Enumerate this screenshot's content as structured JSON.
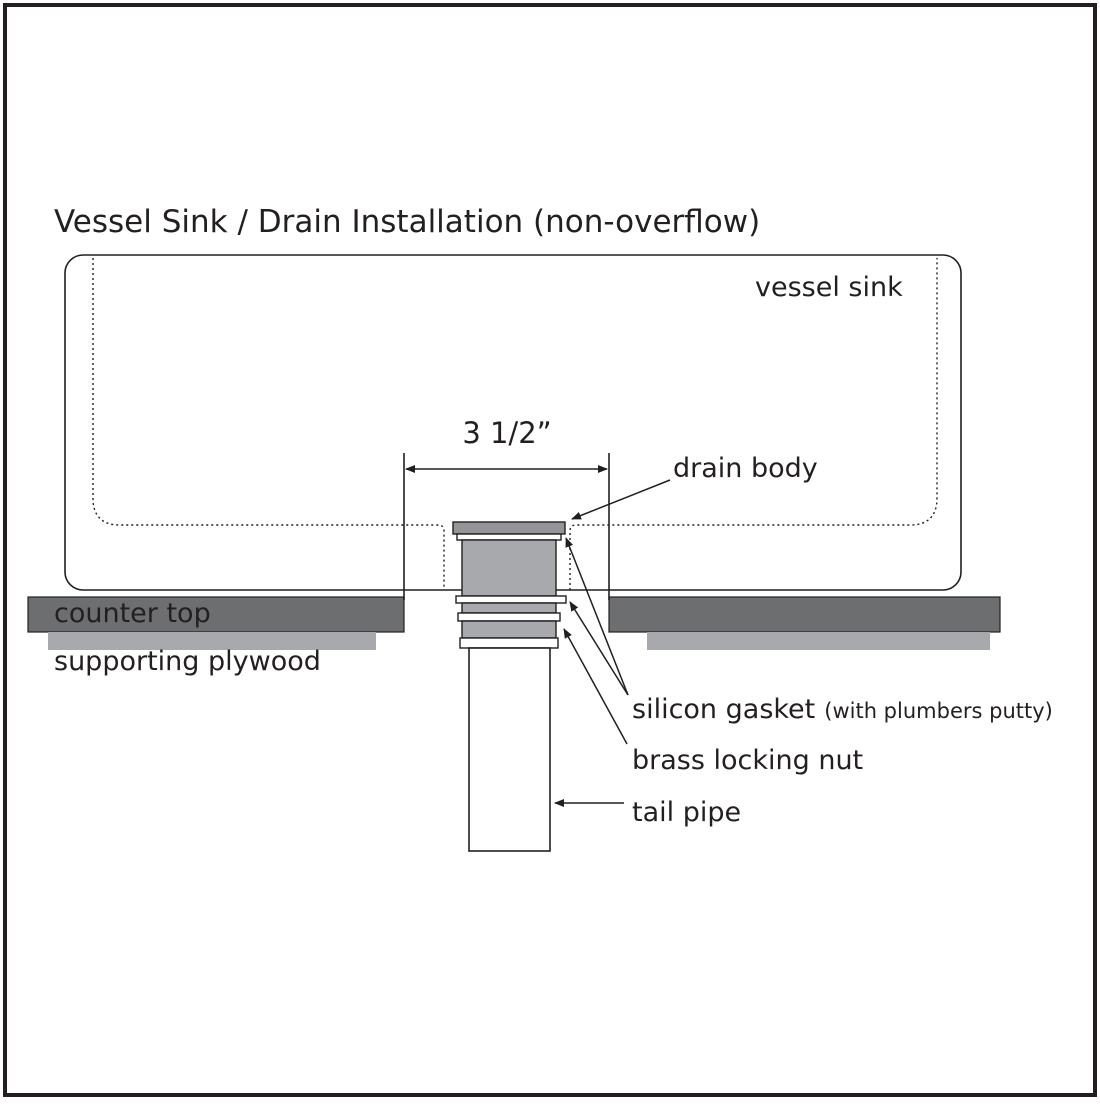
{
  "diagram": {
    "title": "Vessel Sink / Drain Installation (non-overflow)",
    "dimension": "3 1/2”",
    "labels": {
      "vessel_sink": "vessel sink",
      "drain_body": "drain body",
      "counter_top": "counter top",
      "supporting_plywood": "supporting plywood",
      "silicon_gasket": "silicon gasket",
      "silicon_gasket_note": "(with plumbers putty)",
      "brass_locking_nut": "brass locking nut",
      "tail_pipe": "tail pipe"
    },
    "colors": {
      "ink": "#231f20",
      "counter_top": "#6d6e70",
      "plywood": "#a7a9ac",
      "drain_metal": "#a7a9ac",
      "drain_cap": "#939598"
    }
  }
}
